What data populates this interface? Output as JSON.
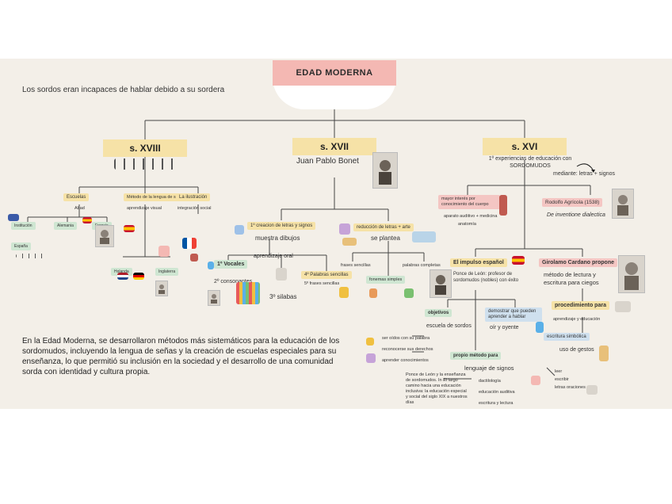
{
  "title": "EDAD MODERNA",
  "intro": "Los sordos eran incapaces de hablar debido a su sordera",
  "summary": "En la Edad Moderna, se desarrollaron métodos más sistemáticos para la educación de los sordomudos, incluyendo la lengua de señas y la creación de escuelas especiales para su enseñanza, lo que permitió su inclusión en la sociedad y el desarrollo de una comunidad sorda con identidad y cultura propia.",
  "centuries": {
    "xviii": "s. XVIII",
    "xvii": "s. XVII",
    "xvi": "s. XVI"
  },
  "xvii": {
    "person": "Juan Pablo Bonet",
    "alphabet": "1º creacion de letras y signos",
    "shows": "muestra dibujos",
    "reduction": "reducción de letras + arte",
    "proposes": "se plantea",
    "oral": "aprendizaje oral",
    "vowels": "1º Vocales",
    "consonants": "2º consonantes",
    "syllables": "3º silabas",
    "simple_words": "4º Palabras sencillas",
    "phrases": "5º frases sencillas",
    "step_small_1": "frases sencillas",
    "step_small_2": "fonemas simples",
    "step_small_3": "palabras completas"
  },
  "xvi": {
    "first_experiences": "1º experiencias de educación con SORDOMUDOS",
    "means": "mediante: letras + signos",
    "interest": "mayor interés por conocimiento del cuerpo",
    "interest_sub": "aparato auditivo + medicina",
    "interest_sub2": "anatomía",
    "agricola": "Rodolfo Agrícola (1538)",
    "agricola_work": "De inventione dialectica",
    "impulse": "El impulso español",
    "ponce": "Ponce de León: profesor de sordomudos (nobles) con éxito",
    "cardano": "Girolamo Cardano propone",
    "cardano_method": "método de lectura y escritura para ciegos",
    "procedure": "procedimiento para",
    "procedure_sub": "aprendizaje y educación",
    "symbolic": "escritura simbólica",
    "gestures": "uso de gestos",
    "objectives": "objetivos",
    "school": "escuela de sordos",
    "demonstrate": "demostrar que pueden aprender a hablar",
    "listen": "oír y oyente",
    "method": "propio método para",
    "sign_language": "lenguaje de signos",
    "obj_1": "ser oídos con su palabra",
    "obj_2": "reconocerse sus derechos",
    "obj_3": "aprender conocimientos",
    "m_1": "dactilología",
    "m_2": "educación auditiva",
    "m_3": "escritura y lectura",
    "r_1": "leer",
    "r_2": "escribir",
    "r_3": "letras oraciones",
    "footnote": "Ponce de León y la enseñanza de sordomudos. In El largo camino hacia una educación inclusiva: la educación especial y social del siglo XIX a nuestros días"
  },
  "xviii": {
    "a": "Escuelas",
    "b": "Método de la lengua de señas",
    "c": "La ilustración",
    "a_sub": "Abad",
    "b_sub": "aprendizaje visual",
    "c_sub": "integración social",
    "leaf_1": "Institución",
    "leaf_2": "Alemania",
    "leaf_3": "Francia",
    "leaf_4": "Holanda",
    "leaf_5": "Inglaterra",
    "leaf_6": "España"
  }
}
